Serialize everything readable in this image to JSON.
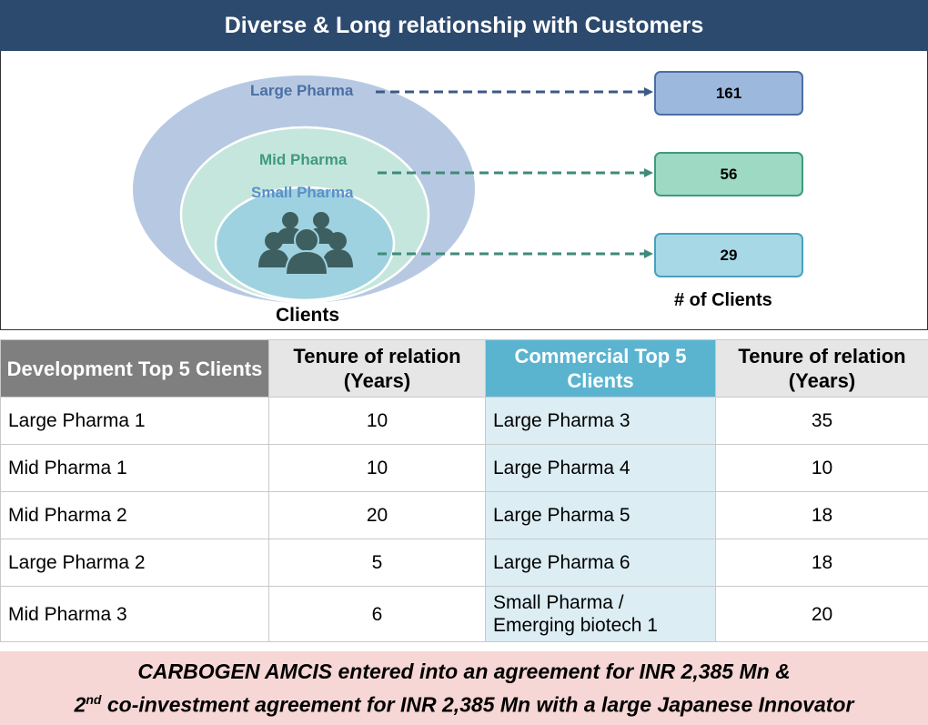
{
  "header": {
    "title": "Diverse & Long relationship with Customers"
  },
  "diagram": {
    "segments": [
      {
        "label": "Large Pharma",
        "count": "161",
        "color": "#4a6fa5",
        "box_color": "#9db8dd"
      },
      {
        "label": "Mid Pharma",
        "count": "56",
        "color": "#3f9a7c",
        "box_color": "#9dd9c3"
      },
      {
        "label": "Small Pharma",
        "count": "29",
        "color": "#5b8fc9",
        "box_color": "#a7d8e6"
      }
    ],
    "center_label": "Clients",
    "count_label": "# of Clients"
  },
  "table": {
    "headers": [
      "Development Top 5 Clients",
      "Tenure of relation (Years)",
      "Commercial Top 5 Clients",
      "Tenure of relation (Years)"
    ],
    "rows": [
      [
        "Large Pharma 1",
        "10",
        "Large Pharma 3",
        "35"
      ],
      [
        "Mid Pharma 1",
        "10",
        "Large Pharma 4",
        "10"
      ],
      [
        "Mid Pharma 2",
        "20",
        "Large Pharma 5",
        "18"
      ],
      [
        "Large Pharma 2",
        "5",
        "Large Pharma 6",
        "18"
      ],
      [
        "Mid Pharma 3",
        "6",
        "Small Pharma / Emerging biotech 1",
        "20"
      ]
    ]
  },
  "banner": {
    "line1": "CARBOGEN AMCIS entered into an agreement for INR 2,385 Mn &",
    "line2_sup_base": "2",
    "line2_sup": "nd",
    "line2_rest": " co-investment agreement for INR 2,385 Mn with a large Japanese Innovator"
  }
}
